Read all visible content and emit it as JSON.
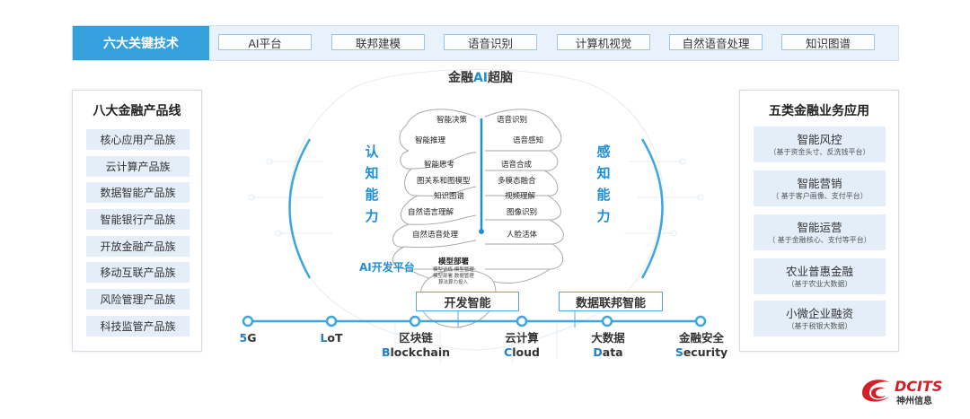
{
  "top": {
    "title": "六大关键技术",
    "techs": [
      "AI平台",
      "联邦建模",
      "语音识别",
      "计算机视觉",
      "自然语音处理",
      "知识图谱"
    ]
  },
  "left_panel": {
    "title": "八大金融产品线",
    "items": [
      "核心应用产品族",
      "云计算产品族",
      "数据智能产品族",
      "智能银行产品族",
      "开放金融产品族",
      "移动互联产品族",
      "风险管理产品族",
      "科技监管产品族"
    ]
  },
  "right_panel": {
    "title": "五类金融业务应用",
    "items": [
      {
        "name": "智能风控",
        "sub": "（基于资金头寸、反洗钱平台）"
      },
      {
        "name": "智能营销",
        "sub": "（ 基于客户画像、支付平台）"
      },
      {
        "name": "智能运营",
        "sub": "（ 基于金融核心、支付等平台）"
      },
      {
        "name": "农业普惠金融",
        "sub": "（基于农业大数据）"
      },
      {
        "name": "小微企业融资",
        "sub": "（基于税银大数据）"
      }
    ]
  },
  "center": {
    "title_prefix": "金融",
    "title_ai": "AI",
    "title_suffix": "超脑",
    "cognitive": [
      "认",
      "知",
      "能",
      "力"
    ],
    "perception": [
      "感",
      "知",
      "能",
      "力"
    ],
    "left_nodes": [
      "智能决策",
      "智能推理",
      "智能思考",
      "图关系和图模型",
      "知识图谱",
      "自然语言理解",
      "自然语音处理"
    ],
    "right_nodes": [
      "语音识别",
      "语音感知",
      "语音合成",
      "多模态融合",
      "视频理解",
      "图像识别",
      "人脸活体"
    ],
    "model_deploy": "模型部署",
    "model_sub": [
      "模型训练  模型管理",
      "模型部署  数据管理",
      "算法算力投入"
    ],
    "platform_label": "AI开发平台",
    "dev_box": "开发智能",
    "fed_box": "数据联邦智能"
  },
  "timeline": [
    {
      "first": "5",
      "rest": "G",
      "cn": ""
    },
    {
      "first": "L",
      "rest": "oT",
      "cn": ""
    },
    {
      "first": "B",
      "rest": "lockchain",
      "cn": "区块链"
    },
    {
      "first": "C",
      "rest": "loud",
      "cn": "云计算"
    },
    {
      "first": "D",
      "rest": "ata",
      "cn": "大数据"
    },
    {
      "first": "S",
      "rest": "ecurity",
      "cn": "金融安全"
    }
  ],
  "logo": {
    "name": "DCITS",
    "cn": "神州信息"
  },
  "colors": {
    "accent": "#1f8fd6",
    "title_bar": "#34a0dc",
    "item_bg": "#e3eef9"
  }
}
